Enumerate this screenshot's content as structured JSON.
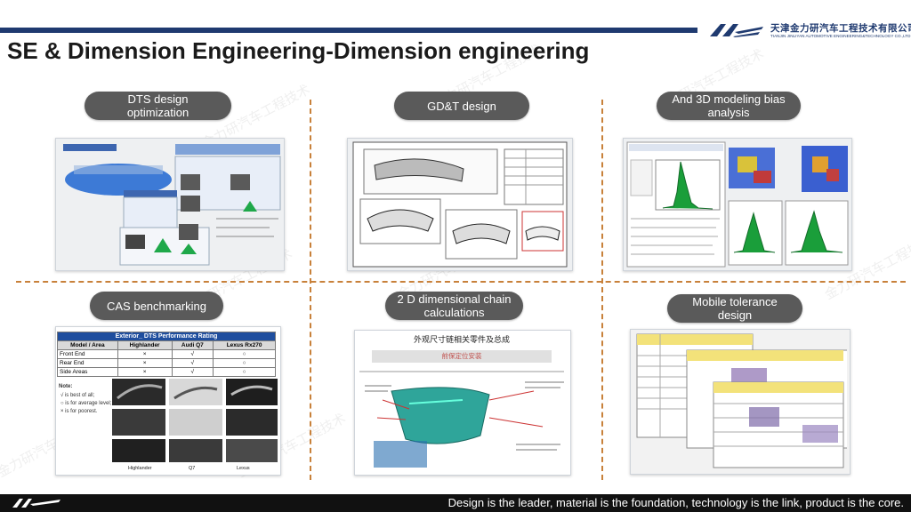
{
  "header": {
    "company_cn": "天津金力研汽车工程技术有限公司",
    "company_en": "TIANJIN JINLIYAN AUTOMOTIVE ENGINEERING&TECHNOLOGY CO.,LTD",
    "title": "SE & Dimension Engineering-Dimension engineering"
  },
  "colors": {
    "brand_navy": "#1f3a70",
    "divider": "#c8813a",
    "pill": "#5a5a5a",
    "footer": "#111111"
  },
  "sections": {
    "dts": {
      "label": "DTS design optimization"
    },
    "gdt": {
      "label": "GD&T design"
    },
    "bias": {
      "label": "And 3D modeling bias analysis"
    },
    "cas": {
      "label": "CAS benchmarking"
    },
    "chain": {
      "label": "2 D dimensional chain calculations"
    },
    "mobile": {
      "label": "Mobile tolerance design"
    }
  },
  "cas_table": {
    "title": "Exterior_ DTS Performance Rating",
    "model_label": "Model",
    "area_label": "Area",
    "columns": [
      "Highlander",
      "Audi Q7",
      "Lexus Rx270"
    ],
    "rows": [
      {
        "area": "Front End",
        "cells": [
          "×",
          "√",
          "○"
        ]
      },
      {
        "area": "Rear End",
        "cells": [
          "×",
          "√",
          "○"
        ]
      },
      {
        "area": "Side Areas",
        "cells": [
          "×",
          "√",
          "○"
        ]
      }
    ],
    "note_title": "Note:",
    "notes": [
      "√  is best of all;",
      "○  is for average level;",
      "×  is for poorest."
    ],
    "captions": [
      "Highlander",
      "Q7",
      "Lexus"
    ]
  },
  "chain": {
    "title": "外观尺寸链相关零件及总成",
    "band": "前保定位安装"
  },
  "footer": {
    "slogan": "Design is the leader, material is the foundation, technology is the link, product is the core."
  },
  "watermark": {
    "text": "金力研汽车工程技术"
  }
}
